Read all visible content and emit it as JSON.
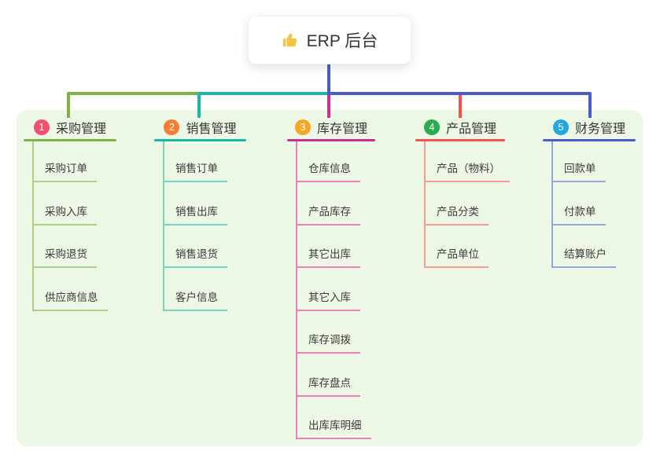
{
  "root": {
    "label": "ERP 后台",
    "icon": "thumbs-up-icon",
    "icon_color": "#f5c242"
  },
  "canvas": {
    "background": "#ffffff",
    "panel_background": "#ecf7e6"
  },
  "branches": [
    {
      "number": "1",
      "title": "采购管理",
      "badge_color": "#f2506e",
      "line_color": "#7cb342",
      "child_line_color": "#a9d287",
      "children": [
        "采购订单",
        "采购入库",
        "采购退货",
        "供应商信息"
      ]
    },
    {
      "number": "2",
      "title": "销售管理",
      "badge_color": "#f87d33",
      "line_color": "#17b8a6",
      "child_line_color": "#7ccfc4",
      "children": [
        "销售订单",
        "销售出库",
        "销售退货",
        "客户信息"
      ]
    },
    {
      "number": "3",
      "title": "库存管理",
      "badge_color": "#f7a523",
      "line_color": "#cb2e92",
      "child_line_color": "#ee82b8",
      "children": [
        "仓库信息",
        "产品库存",
        "其它出库",
        "其它入库",
        "库存调拨",
        "库存盘点",
        "出库库明细"
      ]
    },
    {
      "number": "4",
      "title": "产品管理",
      "badge_color": "#2aad4d",
      "line_color": "#f0534f",
      "child_line_color": "#f79b99",
      "children": [
        "产品（物料）",
        "产品分类",
        "产品单位"
      ]
    },
    {
      "number": "5",
      "title": "财务管理",
      "badge_color": "#21a8dd",
      "line_color": "#4a5cc8",
      "child_line_color": "#94a7de",
      "children": [
        "回款单",
        "付款单",
        "结算账户"
      ]
    }
  ]
}
